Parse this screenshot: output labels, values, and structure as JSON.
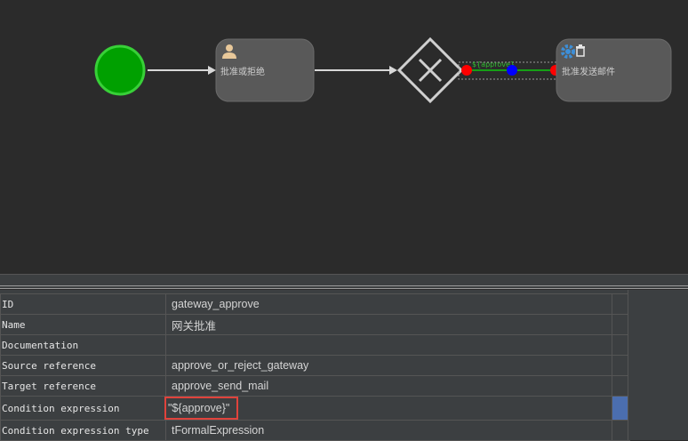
{
  "diagram": {
    "task1_label": "批准或拒绝",
    "task2_label": "批准发送邮件",
    "flow_label": "${approve}",
    "colors": {
      "start_fill": "#00a000",
      "start_stroke": "#38d038",
      "task_fill": "#595959",
      "gateway_stroke": "#d0d0d0",
      "flow_green": "#16a016",
      "handle_red": "#ff0000",
      "handle_blue": "#0000ff"
    },
    "icons": [
      "user-icon",
      "gear-icon",
      "trash-icon",
      "close-icon"
    ]
  },
  "properties": [
    {
      "key": "ID",
      "value": "gateway_approve"
    },
    {
      "key": "Name",
      "value": "网关批准"
    },
    {
      "key": "Documentation",
      "value": ""
    },
    {
      "key": "Source reference",
      "value": "approve_or_reject_gateway"
    },
    {
      "key": "Target reference",
      "value": "approve_send_mail"
    },
    {
      "key": "Condition expression",
      "value": "\"${approve}\""
    },
    {
      "key": "Condition expression type",
      "value": "tFormalExpression"
    }
  ]
}
